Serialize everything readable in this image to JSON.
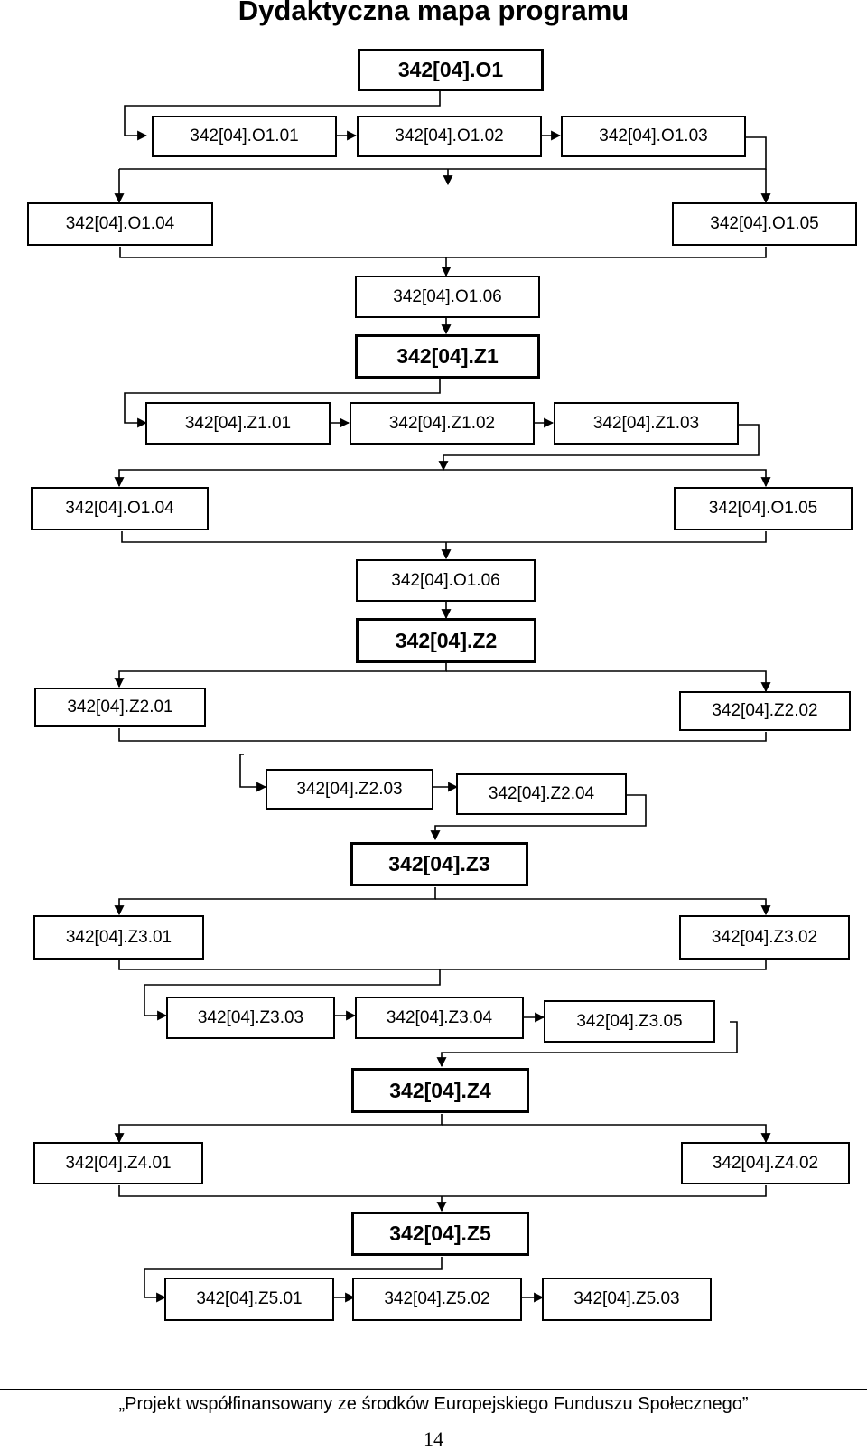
{
  "title": "Dydaktyczna mapa programu",
  "nodes": {
    "o1": "342[04].O1",
    "o1_01": "342[04].O1.01",
    "o1_02": "342[04].O1.02",
    "o1_03": "342[04].O1.03",
    "o1_04": "342[04].O1.04",
    "o1_05": "342[04].O1.05",
    "o1_06": "342[04].O1.06",
    "z1": "342[04].Z1",
    "z1_01": "342[04].Z1.01",
    "z1_02": "342[04].Z1.02",
    "z1_03": "342[04].Z1.03",
    "z1_o1_04": "342[04].O1.04",
    "z1_o1_05": "342[04].O1.05",
    "z1_o1_06": "342[04].O1.06",
    "z2": "342[04].Z2",
    "z2_01": "342[04].Z2.01",
    "z2_02": "342[04].Z2.02",
    "z2_03": "342[04].Z2.03",
    "z2_04": "342[04].Z2.04",
    "z3": "342[04].Z3",
    "z3_01": "342[04].Z3.01",
    "z3_02": "342[04].Z3.02",
    "z3_03": "342[04].Z3.03",
    "z3_04": "342[04].Z3.04",
    "z3_05": "342[04].Z3.05",
    "z4": "342[04].Z4",
    "z4_01": "342[04].Z4.01",
    "z4_02": "342[04].Z4.02",
    "z5": "342[04].Z5",
    "z5_01": "342[04].Z5.01",
    "z5_02": "342[04].Z5.02",
    "z5_03": "342[04].Z5.03"
  },
  "footer": "„Projekt współfinansowany ze środków Europejskiego Funduszu Społecznego”",
  "page_number": "14"
}
